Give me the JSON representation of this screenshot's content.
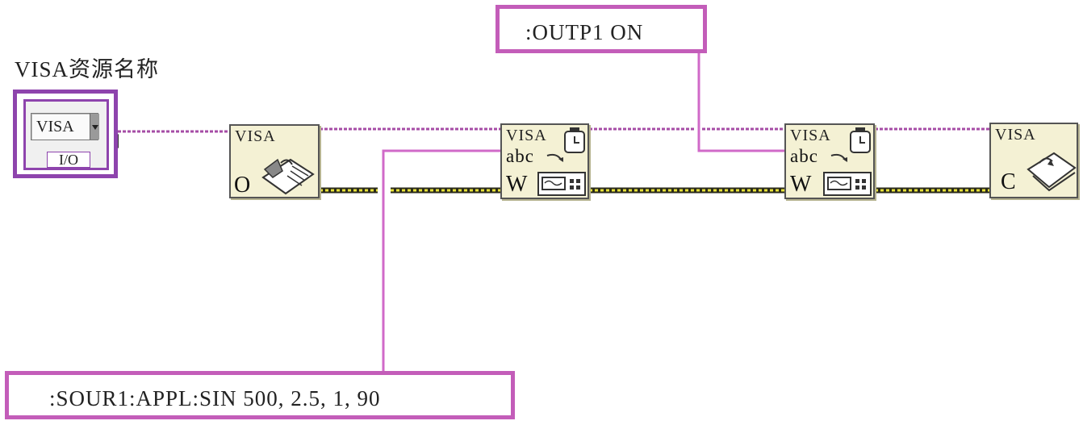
{
  "visa_resource_name_label": "VISA资源名称",
  "visa_control": {
    "text": "VISA",
    "io_label": "I/O"
  },
  "nodes": {
    "open": {
      "title": "VISA",
      "letter": "O"
    },
    "write1": {
      "title": "VISA",
      "abc": "abc",
      "letter": "W"
    },
    "write2": {
      "title": "VISA",
      "abc": "abc",
      "letter": "W"
    },
    "close": {
      "title": "VISA",
      "letter": "C"
    }
  },
  "constants": {
    "outp_command": ":OUTP1 ON",
    "sour_command": ":SOUR1:APPL:SIN 500, 2.5, 1, 90"
  },
  "colors": {
    "visa_wire": "#a64ca6",
    "string_wire": "#d06ac8",
    "error_wire_dark": "#2a2a1a",
    "error_wire_light": "#e8e23a",
    "node_fill": "#f4f1d4"
  }
}
